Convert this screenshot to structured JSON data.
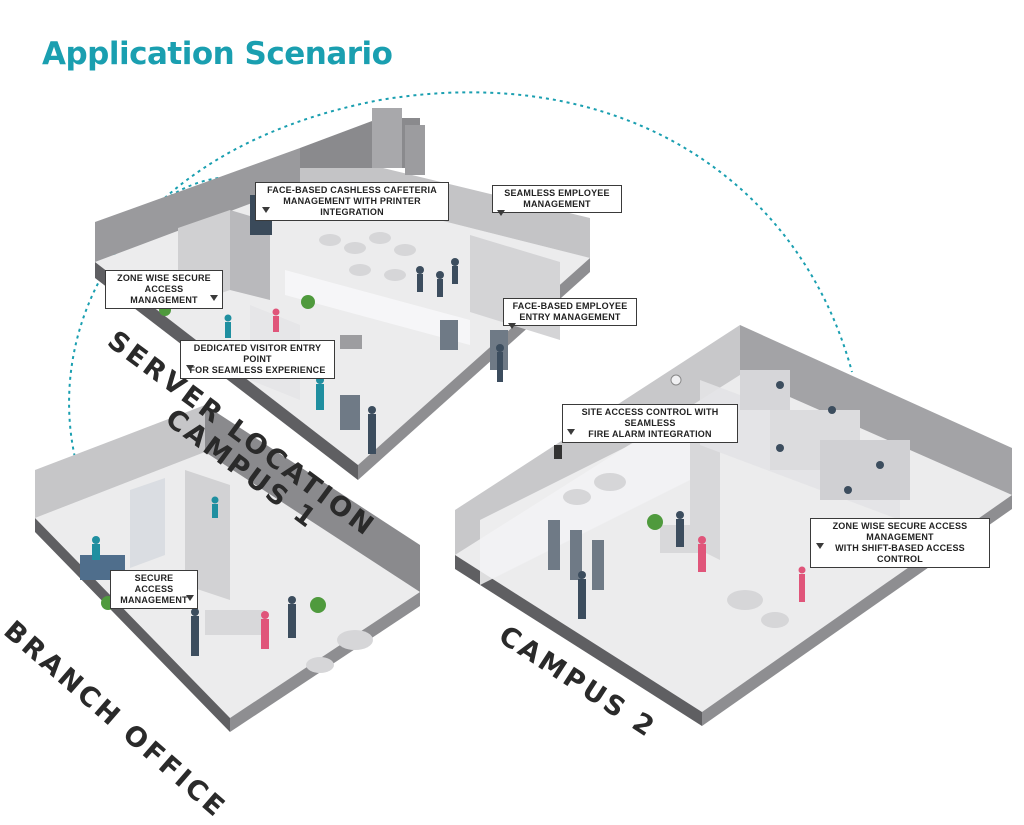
{
  "title": "Application Scenario",
  "regions": {
    "server_location": "SERVER LOCATION",
    "campus1": "CAMPUS 1",
    "branch_office": "BRANCH OFFICE",
    "campus2": "CAMPUS 2"
  },
  "callouts": {
    "cafeteria": [
      "FACE-BASED CASHLESS CAFETERIA",
      "MANAGEMENT WITH PRINTER INTEGRATION"
    ],
    "employee_mgmt": [
      "SEAMLESS EMPLOYEE",
      "MANAGEMENT"
    ],
    "zone_wise": [
      "ZONE WISE SECURE",
      "ACCESS MANAGEMENT"
    ],
    "face_entry": [
      "FACE-BASED EMPLOYEE",
      "ENTRY MANAGEMENT"
    ],
    "visitor_entry": [
      "DEDICATED VISITOR ENTRY POINT",
      "FOR SEAMLESS EXPERIENCE"
    ],
    "site_access": [
      "SITE ACCESS CONTROL WITH SEAMLESS",
      "FIRE ALARM INTEGRATION"
    ],
    "zone_shift": [
      "ZONE WISE SECURE ACCESS MANAGEMENT",
      "WITH SHIFT-BASED ACCESS CONTROL"
    ],
    "secure_access": [
      "SECURE ACCESS",
      "MANAGEMENT"
    ]
  },
  "colors": {
    "title": "#1a9fb0",
    "connector": "#1a9fb0",
    "floor": "#eeeeef",
    "wall_dark": "#7c7c7f",
    "wall_light": "#bdbdbf"
  }
}
